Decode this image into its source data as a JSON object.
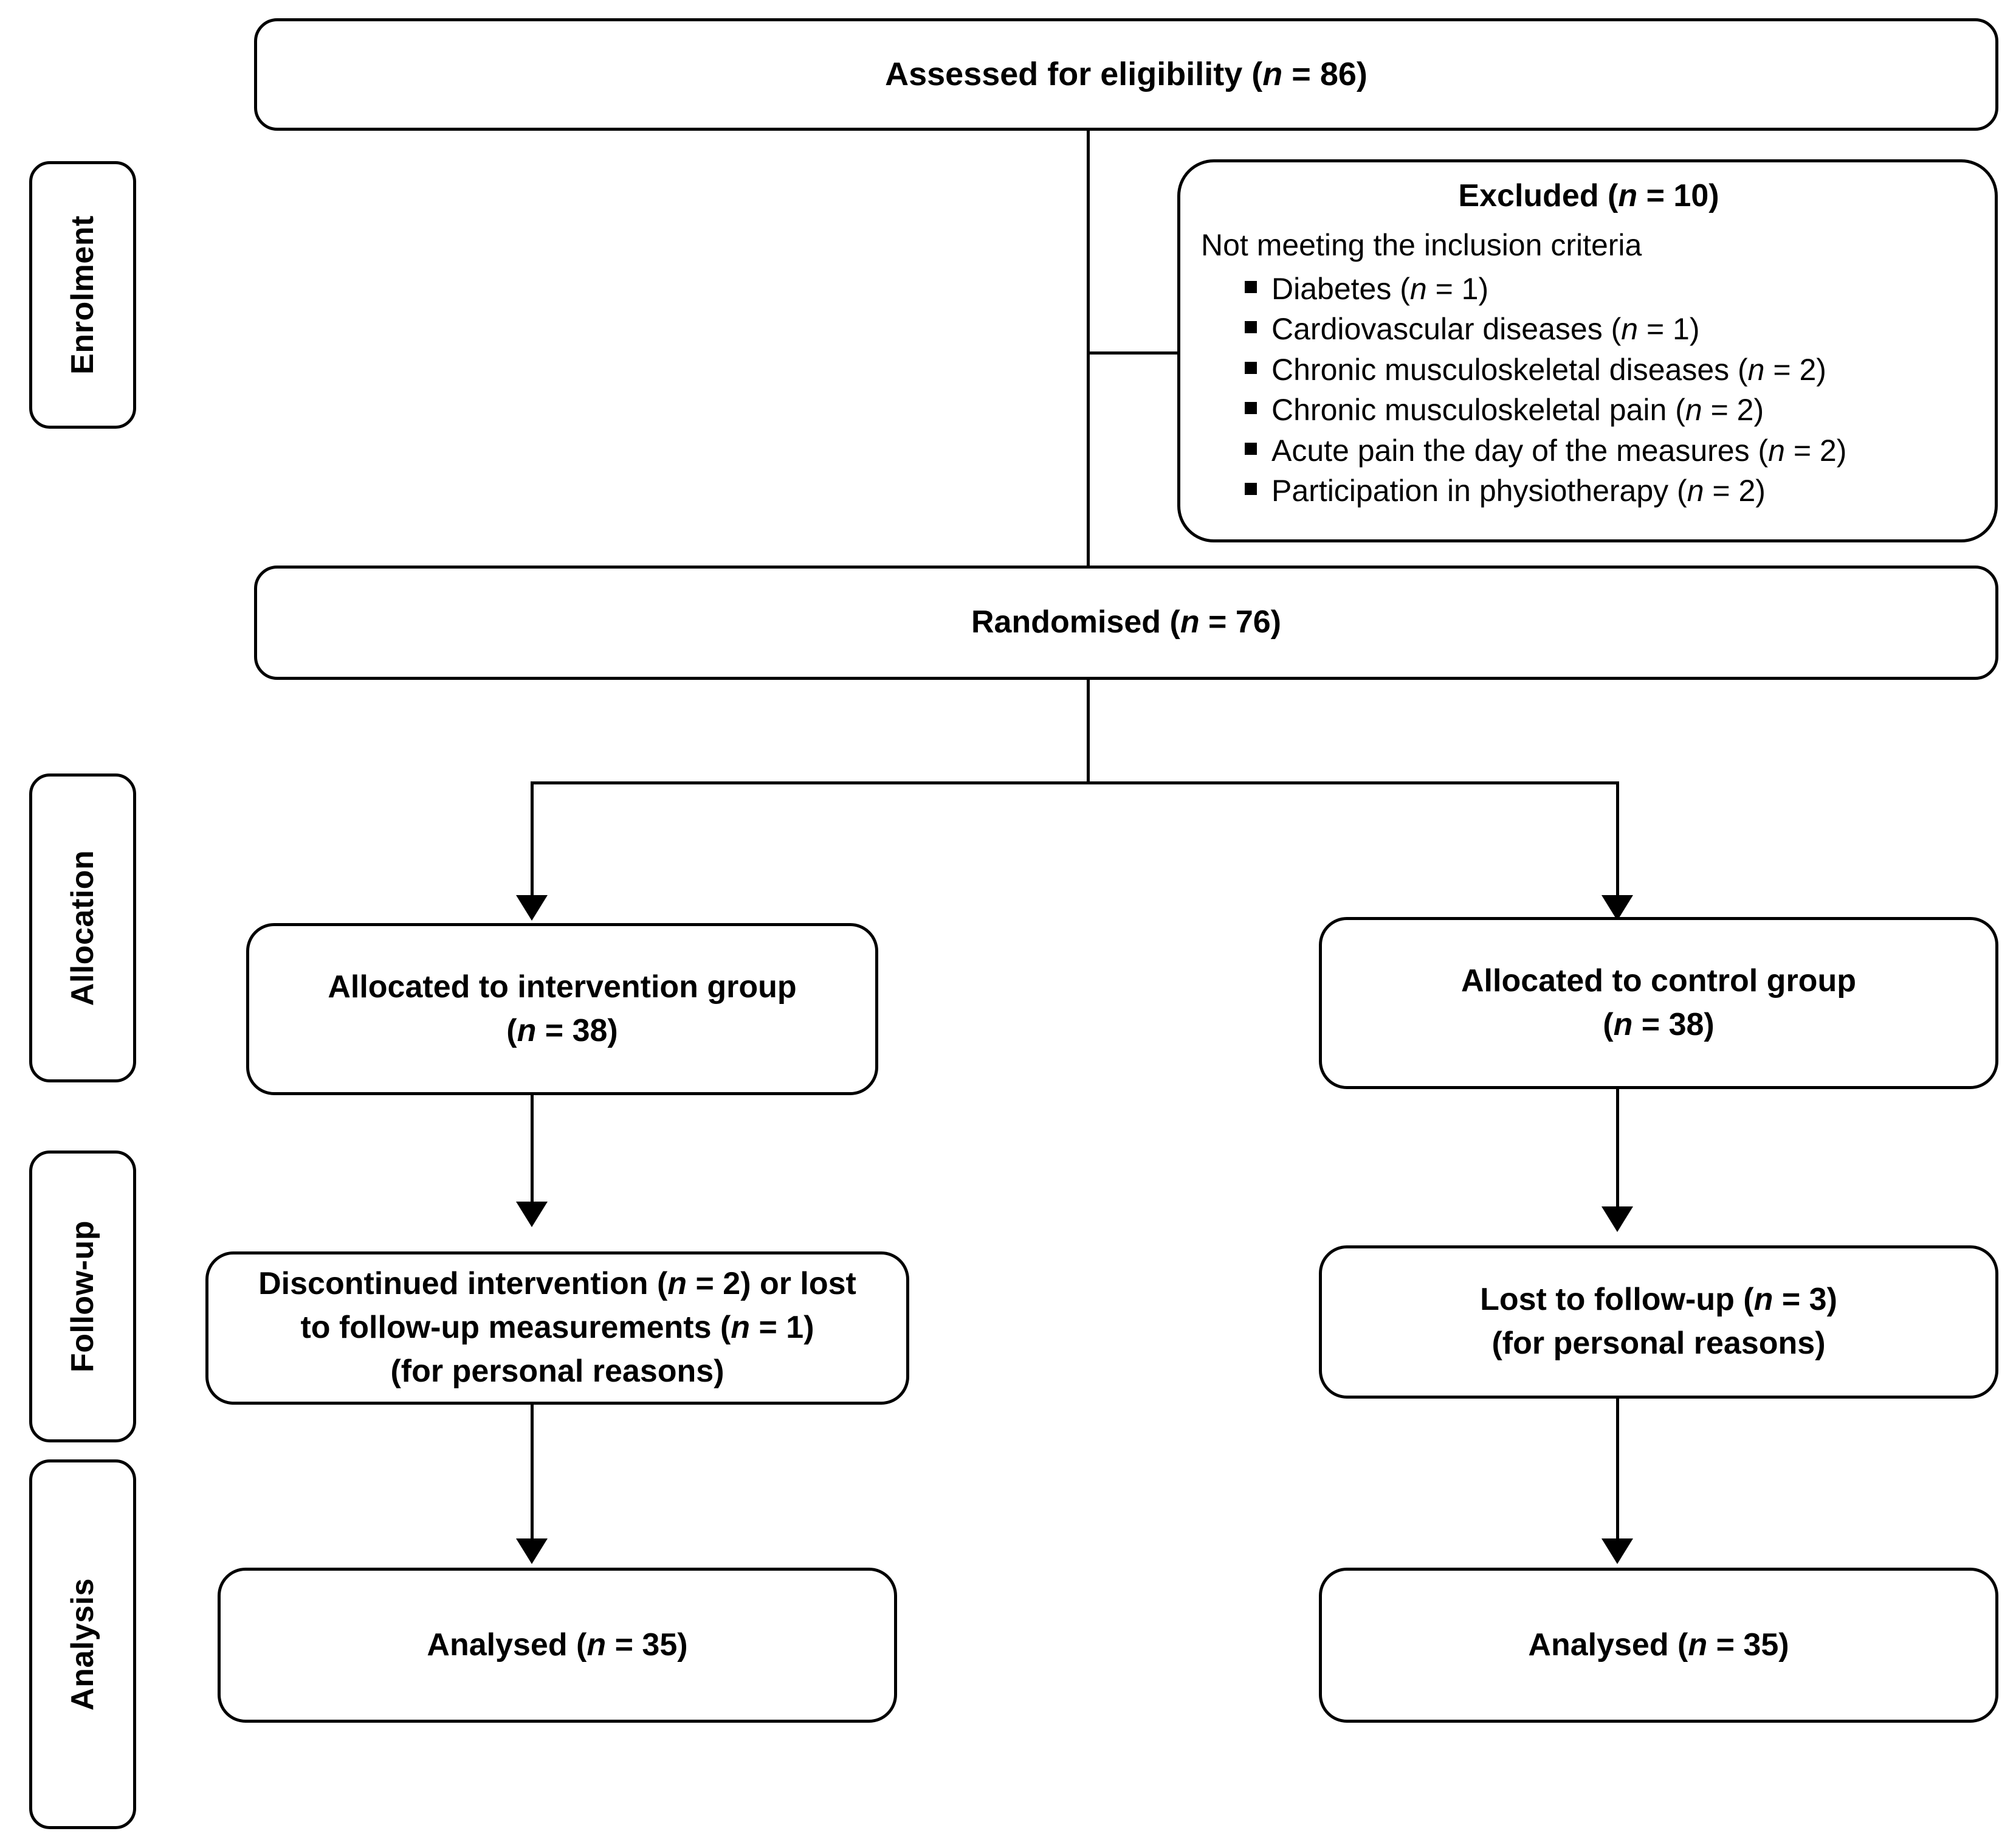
{
  "figure": {
    "type": "consort-flow-diagram",
    "title": "CONSORT participant flow diagram"
  },
  "stages": [
    {
      "id": "enrolment",
      "label": "Enrolment"
    },
    {
      "id": "allocation",
      "label": "Allocation"
    },
    {
      "id": "followup",
      "label": "Follow-up"
    },
    {
      "id": "analysis",
      "label": "Analysis"
    }
  ],
  "nodes": {
    "assessed": {
      "label_plain": "Assessed for eligibility (n = 86)",
      "prefix": "Assessed for eligibility (",
      "italic_n": "n",
      "suffix": " = 86)",
      "n": 86
    },
    "excluded": {
      "title_prefix": "Excluded (",
      "title_italic_n": "n",
      "title_suffix": " = 10)",
      "n": 10,
      "subtitle": "Not meeting the inclusion criteria",
      "reasons": [
        {
          "text": "Diabetes (",
          "italic_n": "n",
          "tail": " = 1)",
          "n": 1
        },
        {
          "text": "Cardiovascular diseases (",
          "italic_n": "n",
          "tail": " = 1)",
          "n": 1
        },
        {
          "text": "Chronic musculoskeletal diseases (",
          "italic_n": "n",
          "tail": " = 2)",
          "n": 2
        },
        {
          "text": "Chronic musculoskeletal pain (",
          "italic_n": "n",
          "tail": " = 2)",
          "n": 2
        },
        {
          "text": "Acute pain the day of the measures (",
          "italic_n": "n",
          "tail": " = 2)",
          "n": 2
        },
        {
          "text": "Participation in physiotherapy (",
          "italic_n": "n",
          "tail": " = 2)",
          "n": 2
        }
      ]
    },
    "randomised": {
      "prefix": "Randomised (",
      "italic_n": "n",
      "suffix": " = 76)",
      "n": 76
    },
    "alloc_intervention": {
      "line1": "Allocated to intervention group",
      "line2_prefix": "(",
      "line2_italic_n": "n",
      "line2_suffix": " = 38)",
      "n": 38
    },
    "alloc_control": {
      "line1": "Allocated to control group",
      "line2_prefix": "(",
      "line2_italic_n": "n",
      "line2_suffix": " = 38)",
      "n": 38
    },
    "followup_intervention": {
      "line1_prefix": "Discontinued intervention (",
      "line1_italic_n": "n",
      "line1_mid": " = 2) or lost",
      "line2_prefix": "to follow-up measurements (",
      "line2_italic_n": "n",
      "line2_suffix": " = 1)",
      "line3": "(for personal reasons)",
      "n_discontinued": 2,
      "n_lost": 1
    },
    "followup_control": {
      "line1_prefix": "Lost to follow-up (",
      "line1_italic_n": "n",
      "line1_suffix": " = 3)",
      "line2": "(for personal reasons)",
      "n": 3
    },
    "analysed_intervention": {
      "prefix": "Analysed (",
      "italic_n": "n",
      "suffix": " = 35)",
      "n": 35
    },
    "analysed_control": {
      "prefix": "Analysed (",
      "italic_n": "n",
      "suffix": " = 35)",
      "n": 35
    }
  },
  "colors": {
    "stroke": "#000000",
    "fill": "#ffffff",
    "text": "#000000"
  }
}
